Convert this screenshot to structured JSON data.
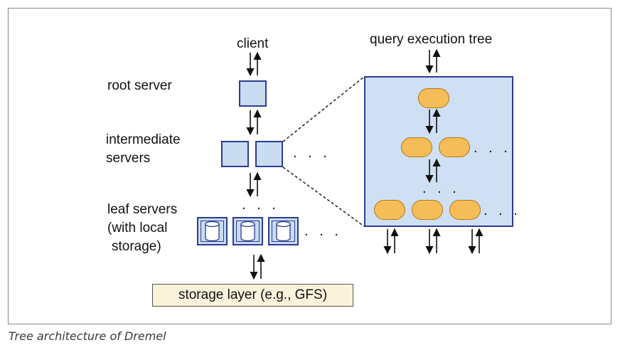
{
  "labels": {
    "client": "client",
    "query_execution_tree": "query execution tree",
    "root_server": "root server",
    "intermediate_servers_line1": "intermediate",
    "intermediate_servers_line2": "servers",
    "leaf_servers_line1": "leaf servers",
    "leaf_servers_line2": "(with local",
    "leaf_servers_line3": "storage)",
    "storage_layer": "storage layer (e.g., GFS)",
    "ellipsis": ". . ."
  },
  "caption": "Tree architecture of Dremel",
  "colors": {
    "server_fill": "#c9dcf2",
    "server_border": "#2c3d8f",
    "node_fill": "#f5bd58",
    "storage_fill": "#fbf2dc"
  }
}
